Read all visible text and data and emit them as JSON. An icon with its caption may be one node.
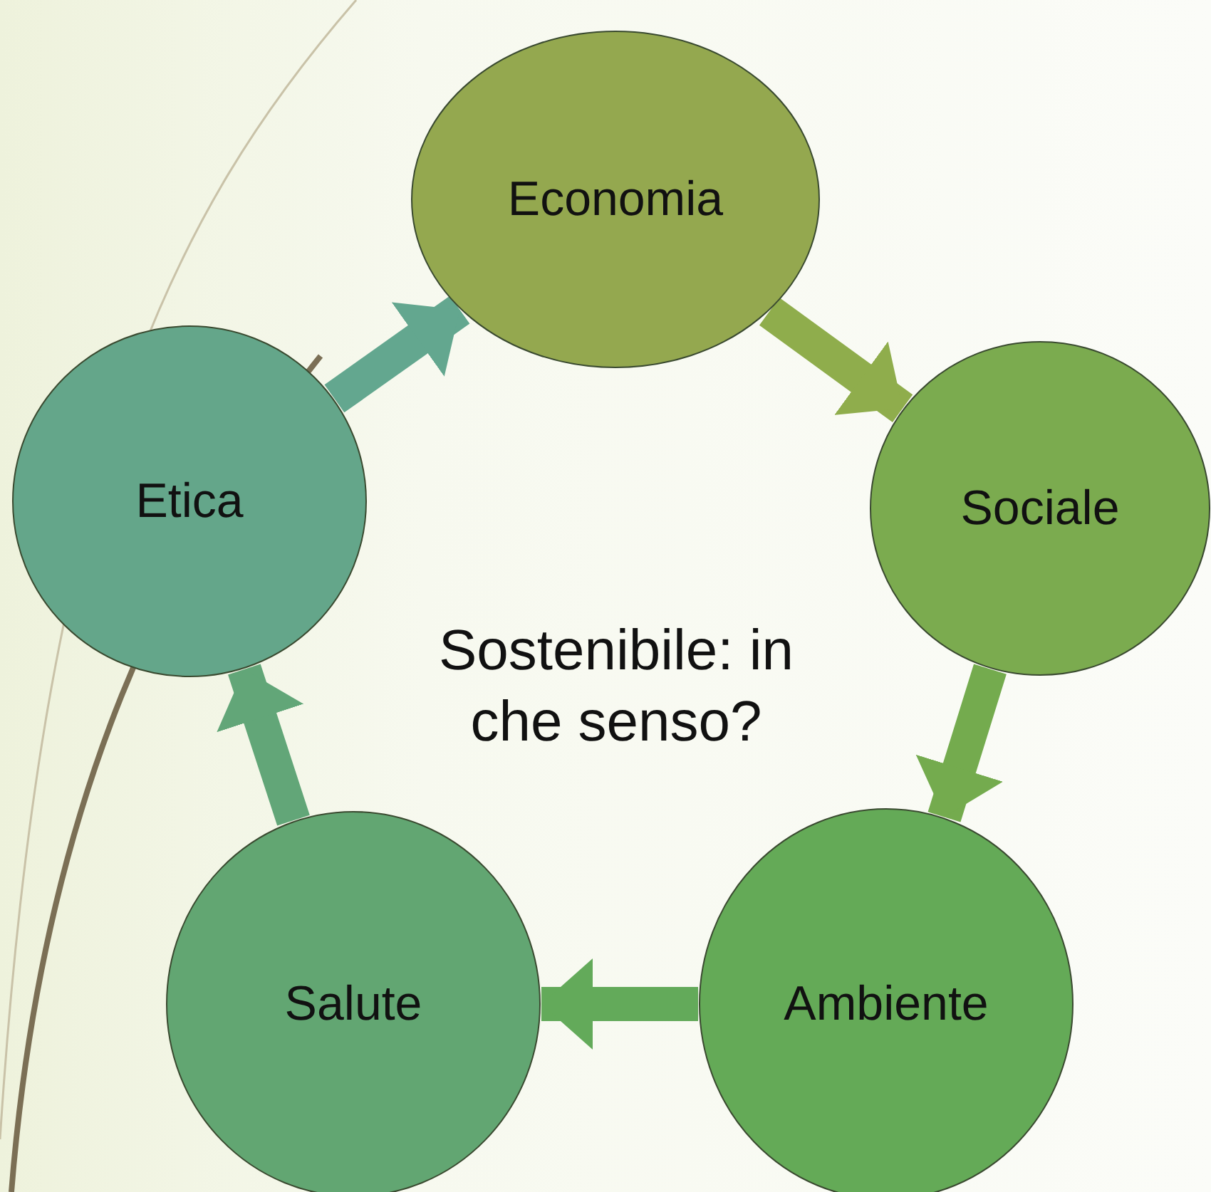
{
  "diagram": {
    "nodes": [
      {
        "text": [
          "Economia"
        ]
      },
      {
        "text": [
          "Sociale"
        ]
      },
      {
        "text": [
          "Ambiente"
        ]
      },
      {
        "text": [
          "Salute"
        ]
      },
      {
        "text": [
          "Etica"
        ]
      }
    ],
    "edges": [
      {
        "from": 0,
        "to": 1,
        "arrow": "to",
        "color": "#8fad4c"
      },
      {
        "from": 1,
        "to": 2,
        "arrow": "to",
        "color": "#74ab4e"
      },
      {
        "from": 2,
        "to": 3,
        "arrow": "to",
        "color": "#63aa5a"
      },
      {
        "from": 3,
        "to": 4,
        "arrow": "to",
        "color": "#62a678"
      },
      {
        "from": 4,
        "to": 0,
        "arrow": "to",
        "color": "#63a78f"
      }
    ],
    "labels": [
      "Sostenibile: in che senso?"
    ]
  }
}
